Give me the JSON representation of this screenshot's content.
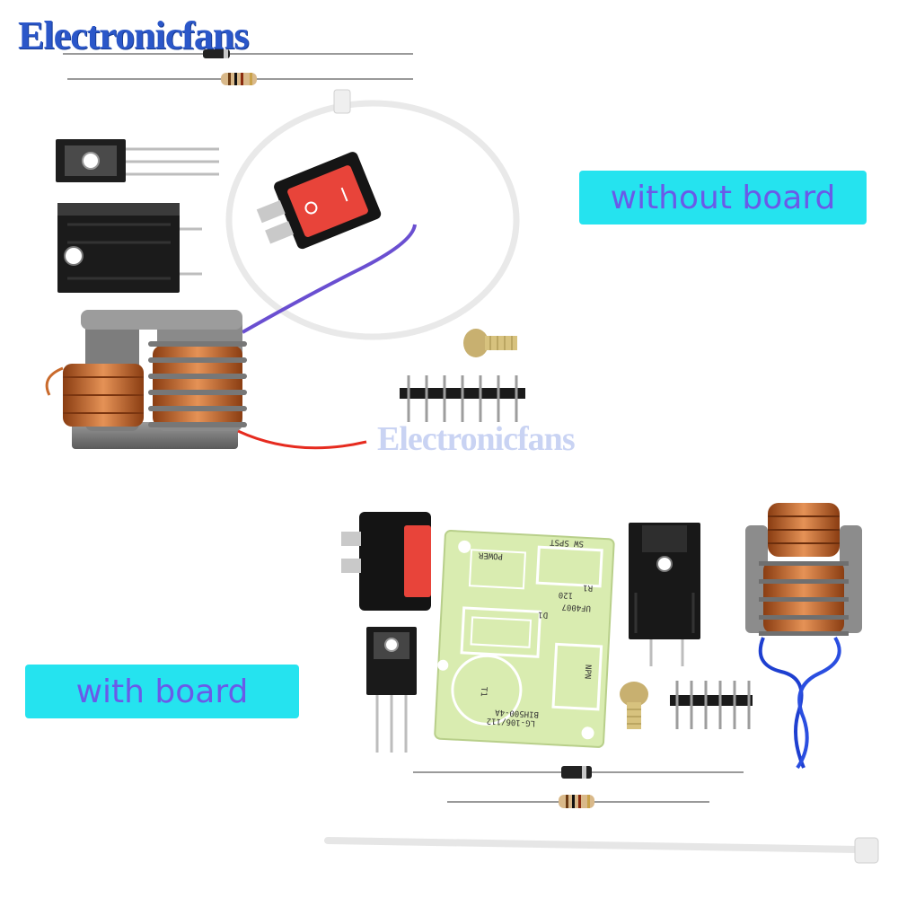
{
  "brand": {
    "logo_text": "Electronicfans",
    "watermark_text": "Electronicfans"
  },
  "labels": {
    "without_board": "without board",
    "with_board": "with board"
  },
  "colors": {
    "label_bg": "#25e3ef",
    "label_text": "#6a5ae8",
    "brand": "#2b57c9",
    "copper": "#c96a2c",
    "pcb": "#d9ecb0",
    "switch_red": "#e8443a"
  },
  "pcb": {
    "marking_main": "LG-106/112",
    "marking_code": "BIH500-4A",
    "marking_power": "POWER",
    "marking_sw": "SW SPST",
    "marking_r1": "R1",
    "marking_r1_value": "120",
    "marking_d1": "D1",
    "marking_uf": "UF4007",
    "marking_npn": "NPN",
    "marking_t1": "T1"
  }
}
